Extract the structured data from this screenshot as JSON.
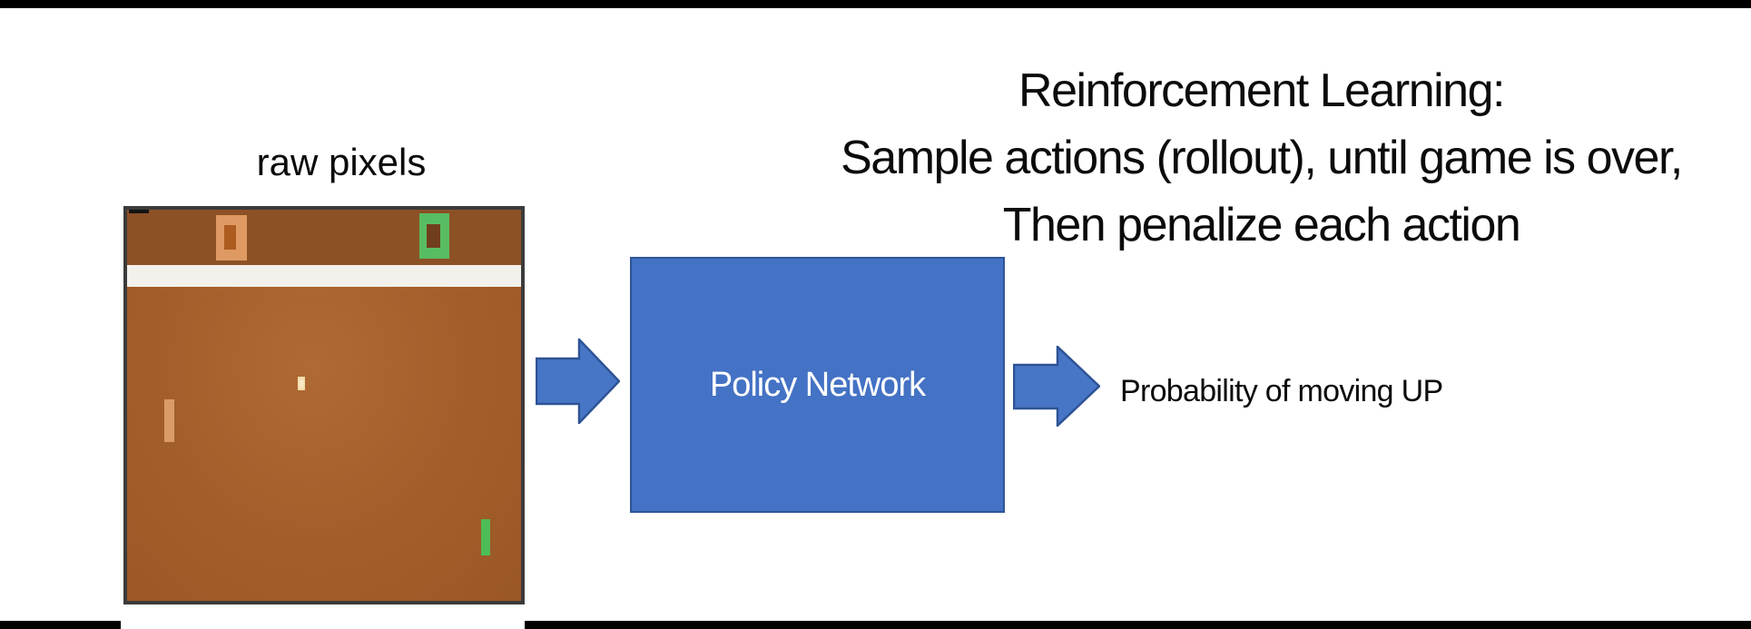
{
  "slide": {
    "title_lines": [
      "Reinforcement Learning:",
      "Sample actions (rollout), until game is over,",
      "Then penalize each action"
    ]
  },
  "game_figure": {
    "caption": "raw pixels",
    "left_score": "0",
    "right_score": "0",
    "description": "Atari Pong game frame"
  },
  "policy_box": {
    "label": "Policy Network"
  },
  "output": {
    "label": "Probability of moving UP"
  },
  "colors": {
    "slide_background": "#ffffff",
    "edge_bars": "#000000",
    "title_text": "#0b0b0b",
    "arrow_fill": "#4876c6",
    "arrow_border": "#2e5395",
    "box_fill": "#4472c4",
    "box_border": "#2f5597",
    "box_label_text": "#ffffff",
    "game_border": "#3b3b3b",
    "game_field": "#a25e2a",
    "game_top_band": "#8d5126",
    "game_center_line": "#f3f1ec",
    "score_orange": "#de9a62",
    "score_orange_hole": "#ae5b20",
    "score_green": "#58bd62",
    "score_green_hole": "#703e1d",
    "paddle_orange": "#da9b69",
    "paddle_green": "#4ebc57",
    "ball": "#f1d9a6"
  }
}
